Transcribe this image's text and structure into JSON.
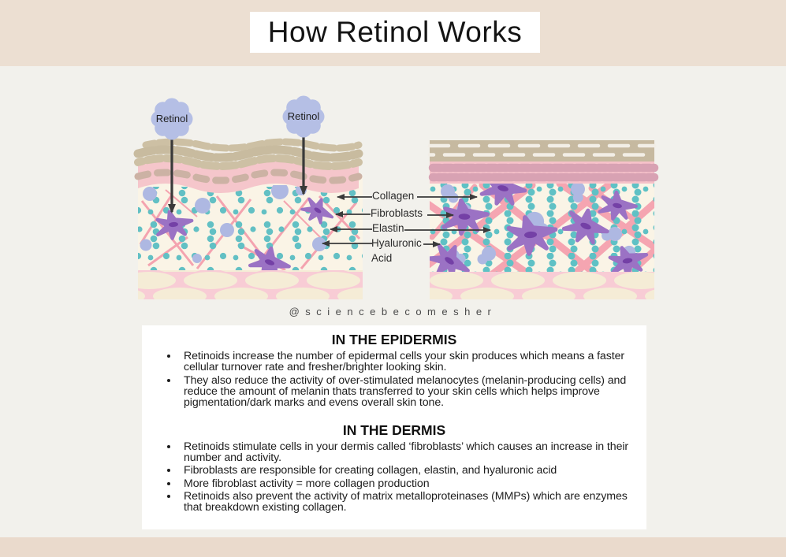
{
  "page": {
    "title": "How Retinol Works",
    "handle": "@sciencebecomesher"
  },
  "diagram": {
    "retinol_label": "Retinol",
    "labels": {
      "collagen": "Collagen",
      "fibroblasts": "Fibroblasts",
      "elastin": "Elastin",
      "hyaluronic": "Hyaluronic",
      "acid": "Acid"
    }
  },
  "sections": [
    {
      "heading": "IN THE EPIDERMIS",
      "bullets": [
        "Retinoids increase the number of epidermal cells your skin produces which means a faster cellular turnover rate and fresher/brighter looking skin.",
        "They also reduce the activity of over-stimulated melanocytes (melanin-producing cells) and reduce the amount of melanin thats transferred to your skin cells which helps improve pigmentation/dark marks and evens overall skin tone."
      ]
    },
    {
      "heading": "IN THE DERMIS",
      "bullets": [
        "Retinoids stimulate cells in your dermis called ‘fibroblasts’ which causes an increase in their number and activity.",
        "Fibroblasts are responsible for creating collagen, elastin, and hyaluronic acid",
        "More fibroblast activity = more collagen production",
        "Retinoids also prevent the activity of matrix metalloproteinases (MMPs) which are enzymes that breakdown existing collagen."
      ]
    }
  ],
  "palette": {
    "band_top": "#ecdfd2",
    "band_bottom": "#eadacc",
    "background": "#f2f1ec",
    "panel": "#ffffff",
    "text": "#1d1d1d",
    "retinol_blob": "#b5bfe5",
    "corneum_tan": "#c8bb9f",
    "epidermis_pink": "#f5c6cb",
    "epidermis_cell_left": "#ccb2a4",
    "epidermis_cell_right": "#d8a2b3",
    "dermis_cream": "#faf4e6",
    "collagen_pink": "#f4a3af",
    "bead_teal": "#5fc1c5",
    "hyaluronic_periwinkle": "#aeb8e2",
    "fibroblast_purple": "#9b72c4",
    "fibroblast_nucleus": "#7440a6",
    "fat_pink": "#f8ccd5",
    "fat_cell_cream": "#f5ecd6",
    "arrow": "#3a3a3a"
  }
}
